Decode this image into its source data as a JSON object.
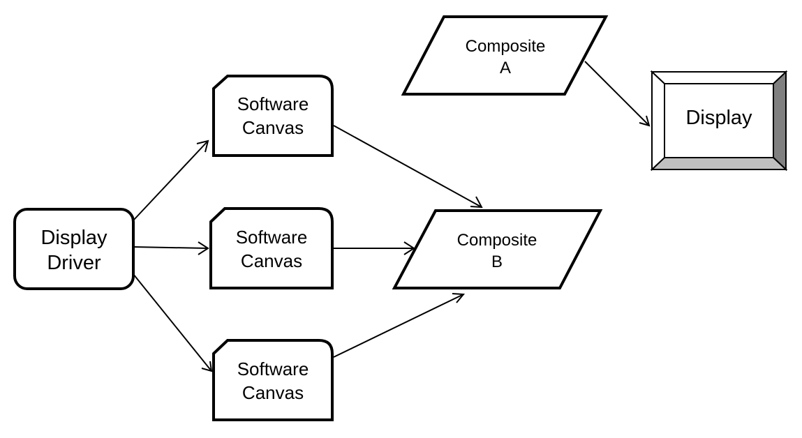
{
  "nodes": {
    "display_driver": {
      "line1": "Display",
      "line2": "Driver"
    },
    "canvas_top": {
      "line1": "Software",
      "line2": "Canvas"
    },
    "canvas_middle": {
      "line1": "Software",
      "line2": "Canvas"
    },
    "canvas_bottom": {
      "line1": "Software",
      "line2": "Canvas"
    },
    "composite_a": {
      "line1": "Composite",
      "line2": "A"
    },
    "composite_b": {
      "line1": "Composite",
      "line2": "B"
    },
    "display": {
      "label": "Display"
    }
  },
  "edges": [
    {
      "from": "display_driver",
      "to": "canvas_top"
    },
    {
      "from": "display_driver",
      "to": "canvas_middle"
    },
    {
      "from": "display_driver",
      "to": "canvas_bottom"
    },
    {
      "from": "canvas_top",
      "to": "composite_b"
    },
    {
      "from": "canvas_middle",
      "to": "composite_b"
    },
    {
      "from": "canvas_bottom",
      "to": "composite_b"
    },
    {
      "from": "composite_a",
      "to": "display"
    }
  ],
  "colors": {
    "stroke": "#000000",
    "fill": "#ffffff",
    "bevel_dark": "#808080",
    "bevel_mid": "#c0c0c0"
  }
}
